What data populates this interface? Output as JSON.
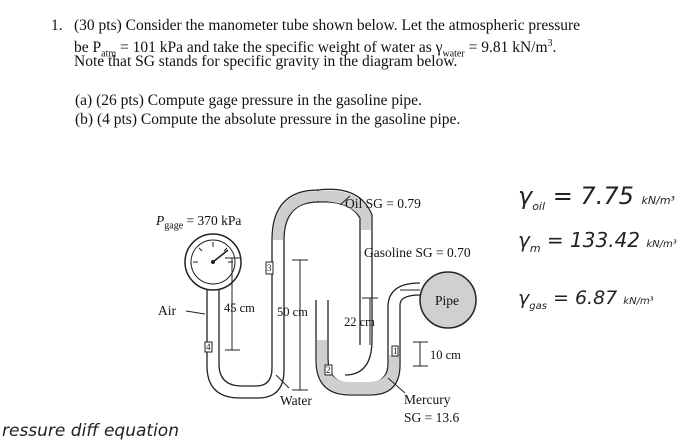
{
  "problem": {
    "number": "1.",
    "line1": "(30 pts) Consider the manometer tube shown below. Let the atmospheric pressure",
    "line2_a": "be P",
    "line2_sub1": "atm",
    "line2_b": " = 101 kPa and take the specific weight of water as γ",
    "line2_sub2": "water",
    "line2_c": " = 9.81 kN/m",
    "line2_sup": "3",
    "line2_d": ".",
    "line3": "Note that SG stands for specific gravity in the diagram below.",
    "part_a": "(a) (26 pts) Compute gage pressure in the gasoline pipe.",
    "part_b": "(b) (4 pts) Compute the absolute pressure in the gasoline pipe."
  },
  "diagram": {
    "pgage_p": "P",
    "pgage_sub": "gage",
    "pgage_value": "= 370 kPa",
    "oil": "Oil SG = 0.79",
    "gasoline": "Gasoline SG = 0.70",
    "pipe": "Pipe",
    "air": "Air",
    "dim_45": "45 cm",
    "dim_50": "50 cm",
    "dim_22": "22 cm",
    "dim_10": "10 cm",
    "water": "Water",
    "mercury": "Mercury",
    "mercury_sg": "SG = 13.6",
    "pt1": "1",
    "pt2": "2",
    "pt3": "3",
    "pt4": "4"
  },
  "handwriting": {
    "gamma_oil_label": "γ",
    "gamma_oil_sub": "oil",
    "gamma_oil_value": "= 7.75",
    "gamma_oil_unit": "kN/m³",
    "gamma_m_label": "γ",
    "gamma_m_sub": "m",
    "gamma_m_value": "= 133.42",
    "gamma_m_unit": "kN/m³",
    "gamma_gas_label": "γ",
    "gamma_gas_sub": "gas",
    "gamma_gas_value": "= 6.87",
    "gamma_gas_unit": "kN/m³",
    "note": "ressure diff equation"
  }
}
